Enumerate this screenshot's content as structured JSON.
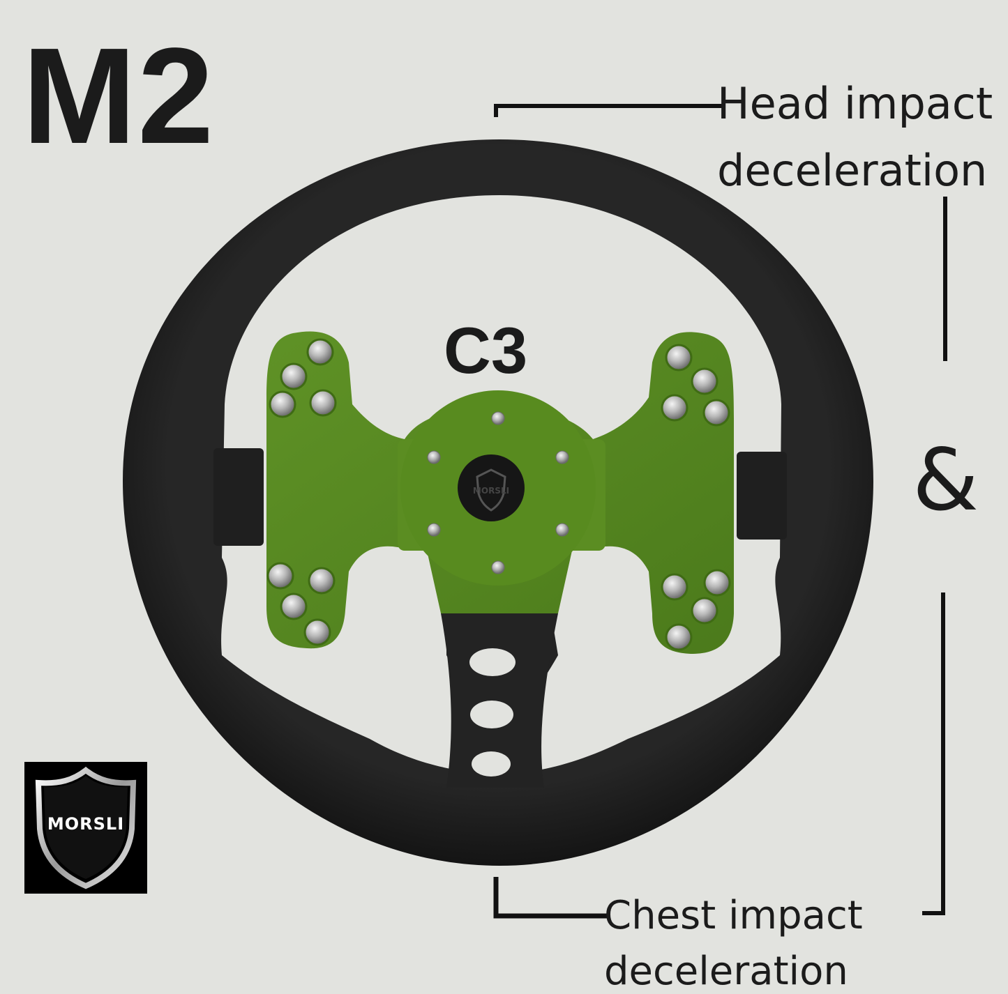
{
  "model_title": "M2",
  "hub_label": "C3",
  "head_annotation": {
    "line1": "Head impact",
    "line2": "deceleration"
  },
  "ampersand": "&",
  "chest_annotation": {
    "line1": "Chest impact",
    "line2": "deceleration"
  },
  "logo_text": "MORSLI",
  "hub_badge_text": "MORSLI",
  "colors": {
    "background": "#e2e3df",
    "rim": "#1c1c1c",
    "plate": "#55861f",
    "button": "#c9c9c9",
    "text": "#1b1b1b"
  },
  "icons": [
    "shield-logo-icon",
    "shield-hub-icon"
  ]
}
